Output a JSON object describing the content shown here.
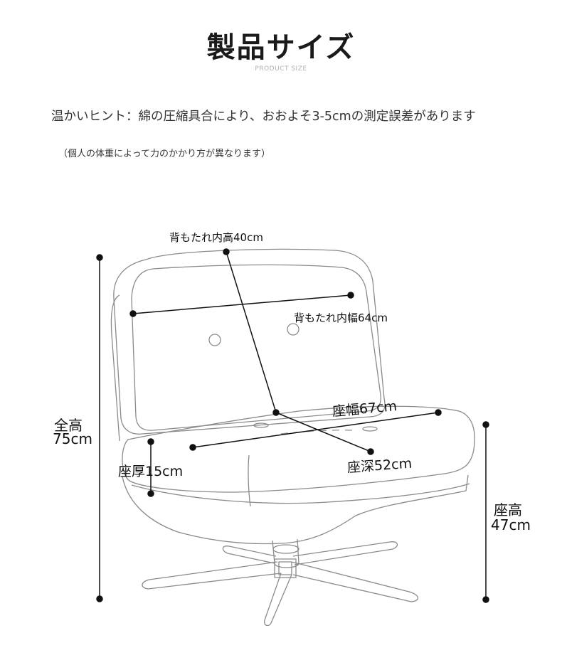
{
  "header": {
    "title": "製品サイズ",
    "subtitle": "PRODUCT SIZE"
  },
  "notes": {
    "hint": "温かいヒント：綿の圧縮具合により、おおよそ3-5cmの測定誤差があります",
    "weight_note": "（個人の体重によって力のかかり方が異なります）"
  },
  "dimensions": {
    "back_inner_height": "背もたれ内高40cm",
    "back_inner_width": "背もたれ内幅64cm",
    "seat_width": "座幅67cm",
    "seat_depth": "座深52cm",
    "seat_thickness": "座厚15cm",
    "total_height_label": "全高",
    "total_height_value": "75cm",
    "seat_height_label": "座高",
    "seat_height_value": "47cm"
  },
  "colors": {
    "outline": "#8a8a8a",
    "dimension_line": "#111111"
  }
}
